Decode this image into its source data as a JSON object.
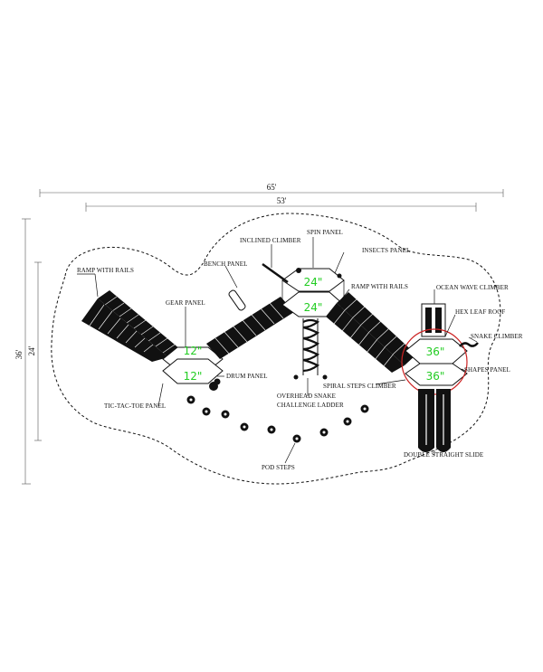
{
  "dimensions": {
    "overall_width": "65'",
    "inner_width": "53'",
    "overall_depth": "36'",
    "inner_depth": "24'"
  },
  "deck_heights": {
    "left_top": "12\"",
    "left_bottom": "12\"",
    "center_top": "24\"",
    "center_bottom": "24\"",
    "right_top": "36\"",
    "right_bottom": "36\""
  },
  "component_labels": {
    "spin_panel": "SPIN PANEL",
    "inclined_climber": "INCLINED CLIMBER",
    "insects_panel": "INSECTS PANEL",
    "bench_panel": "BENCH PANEL",
    "ramp_with_rails_left": "RAMP WITH RAILS",
    "ramp_with_rails_right": "RAMP WITH RAILS",
    "ocean_wave_climber": "OCEAN WAVE CLIMBER",
    "gear_panel": "GEAR PANEL",
    "hex_leaf_roof": "HEX LEAF ROOF",
    "snake_climber": "SNAKE CLIMBER",
    "shapes_panel": "SHAPES PANEL",
    "drum_panel": "DRUM PANEL",
    "spiral_steps_climber": "SPIRAL STEPS CLIMBER",
    "overhead_snake_line1": "OVERHEAD SNAKE",
    "overhead_snake_line2": "CHALLENGE LADDER",
    "tic_tac_toe_panel": "TIC-TAC-TOE PANEL",
    "double_straight_slide": "DOUBLE STRAIGHT SLIDE",
    "pod_steps": "POD STEPS"
  },
  "colors": {
    "height_label": "#22cc22",
    "highlight_circle": "#cc2222",
    "lines": "#111111"
  }
}
